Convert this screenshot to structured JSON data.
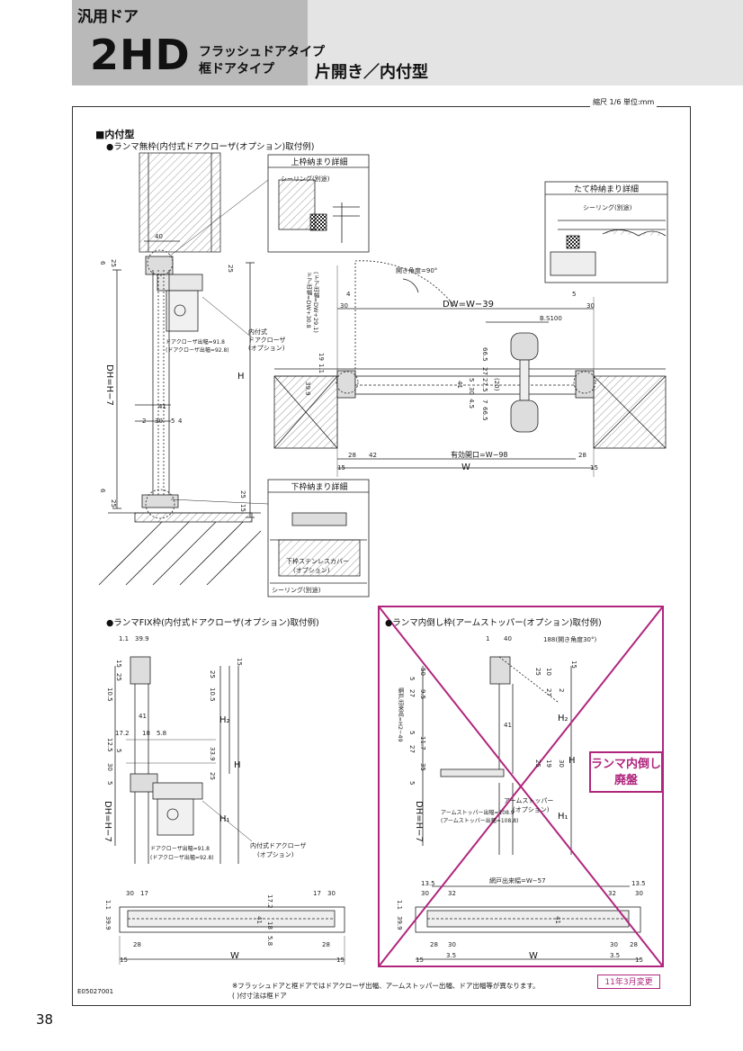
{
  "header": {
    "category": "汎用ドア",
    "model": "2HD",
    "type_flush": "フラッシュドアタイプ",
    "type_frame": "框ドアタイプ",
    "title": "片開き／内付型"
  },
  "scale_note": "縮尺 1/6 単位:mm",
  "section_title": "■内付型",
  "diagrams": {
    "no_transom": {
      "caption": "●ランマ無枠(内付式ドアクローザ(オプション)取付例)",
      "top_detail_title": "上枠納まり詳細",
      "top_detail_sealing": "シーリング(別途)",
      "side_detail_title": "たて枠納まり詳細",
      "side_detail_sealing": "シーリング(別途)",
      "bottom_detail_title": "下枠納まり詳細",
      "bottom_detail_cover": "下枠ステンレスカバー",
      "bottom_detail_option": "(オプション)",
      "bottom_detail_sealing": "シーリング(別途)",
      "closer_label_1": "内付式",
      "closer_label_2": "ドアクローザ",
      "closer_label_3": "(オプション)",
      "closer_dim_1": "ドアクローザ出幅=91.8",
      "closer_dim_2": "(ドアクローザ出幅=92.8)",
      "open_angle": "開き角度=90°",
      "dw": "DW=W−39",
      "dh": "DH=H−7",
      "h": "H",
      "w": "W",
      "effective_opening": "有効開口=W−98",
      "bs": "B.S100",
      "door_thick_1": "ドア出幅=DW+30.8",
      "door_thick_2": "(ドア出幅=DW+29.1)",
      "dims": {
        "d40": "40",
        "d6": "6",
        "d25a": "25",
        "d25b": "25",
        "d41": "41",
        "d2": "2",
        "d30": "30",
        "d5": "5",
        "d4": "4",
        "d6b": "6",
        "d25c": "25",
        "d15": "15",
        "d25d": "25",
        "p4": "4",
        "p30": "30",
        "p5": "5",
        "p30b": "30",
        "p19": "19",
        "p11": "1.1",
        "p399": "39.9",
        "p28": "28",
        "p42": "42",
        "p28b": "28",
        "p15": "15",
        "p15b": "15",
        "p665": "66.5",
        "p27": "27",
        "p41": "41",
        "p5b": "5",
        "p30c": "30",
        "p275": "27.5",
        "p20": "(20)",
        "p45": "4.5",
        "p7": "7",
        "p665b": "66.5"
      }
    },
    "fix_transom": {
      "caption": "●ランマFIX枠(内付式ドアクローザ(オプション)取付例)",
      "closer_label_1": "内付式ドアクローザ",
      "closer_label_2": "(オプション)",
      "closer_dim_1": "ドアクローザ出幅=91.8",
      "closer_dim_2": "(ドアクローザ出幅=92.8)",
      "h2": "H₂",
      "h": "H",
      "h1": "H₁",
      "dh": "DH=H−7",
      "w": "W",
      "dims": {
        "d11": "1.1",
        "d399": "39.9",
        "d15": "15",
        "d25": "25",
        "d105": "10.5",
        "d25b": "25",
        "d105b": "10.5",
        "d15b": "15",
        "d41": "41",
        "d172": "17.2",
        "d18": "18",
        "d58": "5.8",
        "d125": "12.5",
        "d5": "5",
        "d339": "33.9",
        "d30": "30",
        "d25c": "25",
        "d5b": "5",
        "p30": "30",
        "p17": "17",
        "p17b": "17",
        "p30b": "30",
        "p11": "1.1",
        "p399": "39.9",
        "p41": "41",
        "p172": "17.2",
        "p58": "5.8",
        "p28": "28",
        "p28b": "28",
        "p15": "15",
        "p15b": "15",
        "p18": "18"
      }
    },
    "inward_transom": {
      "caption": "●ランマ内倒し枠(アームストッパー(オプション)取付例)",
      "open_angle": "188(開き角度30°)",
      "screen_height": "網戸出来高=H2−49",
      "screen_width": "網戸出来幅=W−57",
      "arm_stopper_1": "アームストッパー",
      "arm_stopper_2": "(オプション)",
      "arm_dim_1": "アームストッパー出幅=108.9",
      "arm_dim_2": "(アームストッパー出幅=108.8)",
      "h2": "H₂",
      "h": "H",
      "h1": "H₁",
      "dh": "DH=H−7",
      "w": "W",
      "dims": {
        "d1": "1",
        "d40": "40",
        "d5": "5",
        "d50": "50",
        "d27": "27",
        "d95": "9.5",
        "d25": "25",
        "d10": "10",
        "d15": "15",
        "d27b": "27",
        "d2": "2",
        "d41": "41",
        "d117": "11.7",
        "d5b": "5",
        "d27c": "27",
        "d35": "35",
        "d25b": "25",
        "d19": "19",
        "d30": "30",
        "d5c": "5",
        "p135": "13.5",
        "p30": "30",
        "p32": "32",
        "p32b": "32",
        "p30b": "30",
        "p135b": "13.5",
        "p11": "1.1",
        "p399": "39.9",
        "p41": "41",
        "p28": "28",
        "p30c": "30",
        "p35": "3.5",
        "p30d": "30",
        "p28b": "28",
        "p35b": "3.5",
        "p15": "15",
        "p15b": "15"
      },
      "discard_line1": "ランマ内倒し",
      "discard_line2": "廃盤"
    }
  },
  "revision": "11年3月変更",
  "doc_code": "E05027001",
  "note_line1": "※フラッシュドアと框ドアではドアクローザ出幅、アームストッパー出幅、ドア出幅等が異なります。",
  "note_line2": "( )付寸法は框ドア",
  "page_number": "38",
  "colors": {
    "discontinued": "#b0267d",
    "header_dark": "#b9b9b9",
    "header_light": "#e4e4e4"
  }
}
